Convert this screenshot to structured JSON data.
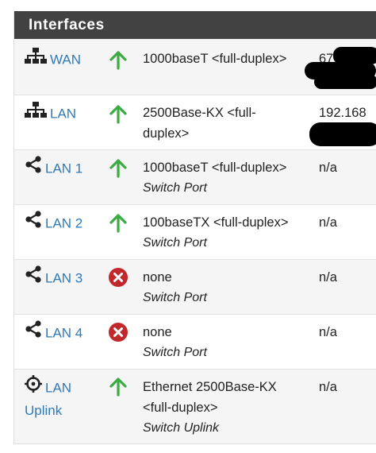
{
  "panel": {
    "title": "Interfaces"
  },
  "rows": [
    {
      "name": "WAN",
      "icon": "network-icon",
      "status": "up",
      "media": "1000baseT <full-duplex>",
      "sub": "",
      "address": "67"
    },
    {
      "name": "LAN",
      "icon": "network-icon",
      "status": "up",
      "media": "2500Base-KX <full-duplex>",
      "sub": "",
      "address": "192.168"
    },
    {
      "name": "LAN 1",
      "icon": "share-icon",
      "status": "up",
      "media": "1000baseT <full-duplex>",
      "sub": "Switch Port",
      "address": "n/a"
    },
    {
      "name": "LAN 2",
      "icon": "share-icon",
      "status": "up",
      "media": "100baseTX <full-duplex>",
      "sub": "Switch Port",
      "address": "n/a"
    },
    {
      "name": "LAN 3",
      "icon": "share-icon",
      "status": "down",
      "media": "none",
      "sub": "Switch Port",
      "address": "n/a"
    },
    {
      "name": "LAN 4",
      "icon": "share-icon",
      "status": "down",
      "media": "none",
      "sub": "Switch Port",
      "address": "n/a"
    },
    {
      "name": "LAN Uplink",
      "icon": "crosshair-icon",
      "status": "up",
      "media": "Ethernet 2500Base-KX <full-duplex>",
      "sub": "Switch Uplink",
      "address": "n/a"
    }
  ],
  "colors": {
    "header_bg": "#424242",
    "link": "#2f7ab7",
    "status_up": "#3bab44",
    "status_down": "#c0282b"
  }
}
